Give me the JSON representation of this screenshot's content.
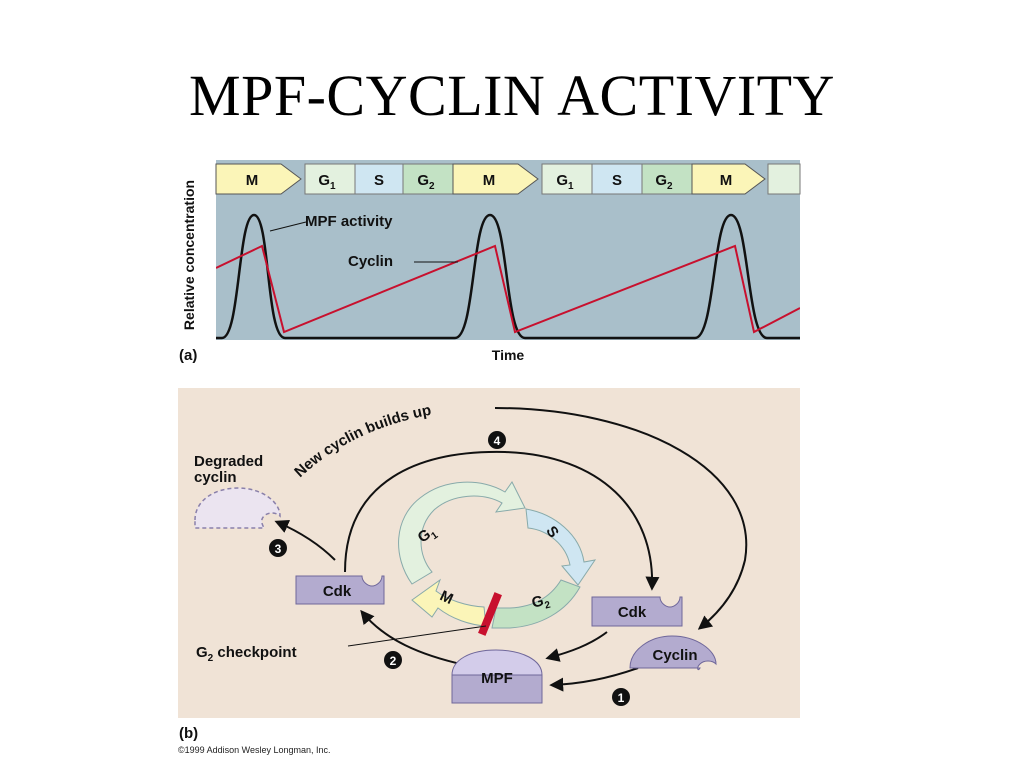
{
  "title": "MPF-CYCLIN ACTIVITY",
  "panel_a": {
    "label": "(a)",
    "ylabel": "Relative concentration",
    "xlabel": "Time",
    "phases": [
      {
        "label": "M",
        "sub": ""
      },
      {
        "label": "G",
        "sub": "1"
      },
      {
        "label": "S",
        "sub": ""
      },
      {
        "label": "G",
        "sub": "2"
      },
      {
        "label": "M",
        "sub": ""
      },
      {
        "label": "G",
        "sub": "1"
      },
      {
        "label": "S",
        "sub": ""
      },
      {
        "label": "G",
        "sub": "2"
      },
      {
        "label": "M",
        "sub": ""
      },
      {
        "label": "",
        "sub": ""
      }
    ],
    "legend": {
      "mpf": "MPF activity",
      "cyclin": "Cyclin"
    },
    "colors": {
      "bg": "#a9bfca",
      "cyclin": "#c8102e",
      "mpf": "#111111",
      "m": "#fbf5b8",
      "g1": "#e3f1df",
      "s": "#cfe6f2",
      "g2": "#c3e2c4"
    }
  },
  "panel_b": {
    "label": "(b)",
    "ring": {
      "g1": "G",
      "g1_sub": "1",
      "s": "S",
      "g2": "G",
      "g2_sub": "2",
      "m": "M"
    },
    "cdk_left": "Cdk",
    "cdk_right": "Cdk",
    "cyclin": "Cyclin",
    "mpf": "MPF",
    "degraded": "Degraded cyclin",
    "degraded_line1": "Degraded",
    "degraded_line2": "cyclin",
    "new_cyclin": "New cyclin builds up",
    "checkpoint": "G",
    "checkpoint_sub": "2",
    "checkpoint_rest": " checkpoint",
    "steps": [
      "1",
      "2",
      "3",
      "4"
    ],
    "colors": {
      "bg": "#f0e3d6",
      "block": "#b3abcf",
      "checkpoint": "#c8102e"
    }
  },
  "copyright": "©1999 Addison Wesley Longman, Inc."
}
